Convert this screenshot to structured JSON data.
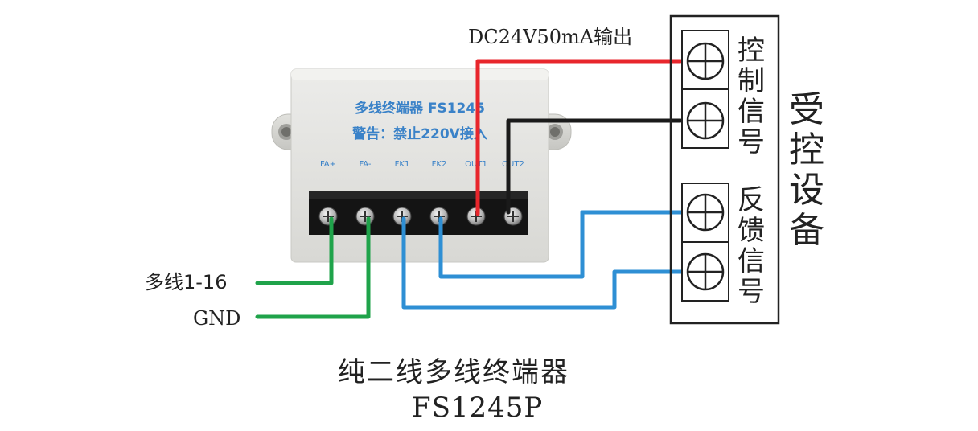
{
  "module": {
    "title": "多线终端器 FS1245",
    "warning": "警告：禁止220V接入",
    "terminals": [
      "FA+",
      "FA-",
      "FK1",
      "FK2",
      "OUT1",
      "OUT2"
    ]
  },
  "labels": {
    "output": "DC24V50mA输出",
    "multi_line": "多线1-16",
    "gnd": "GND",
    "control_signal": [
      "控",
      "制",
      "信",
      "号"
    ],
    "feedback_signal": [
      "反",
      "馈",
      "信",
      "号"
    ],
    "controlled_device": [
      "受",
      "控",
      "设",
      "备"
    ]
  },
  "caption": {
    "line1": "纯二线多线终端器",
    "line2": "FS1245P"
  },
  "colors": {
    "red_wire": "#e8262c",
    "black_wire": "#1a1a1a",
    "blue_wire": "#2e8fd4",
    "green_wire": "#1fa34a",
    "module_body": "#e6e6e1",
    "module_text": "#3a82c8"
  }
}
